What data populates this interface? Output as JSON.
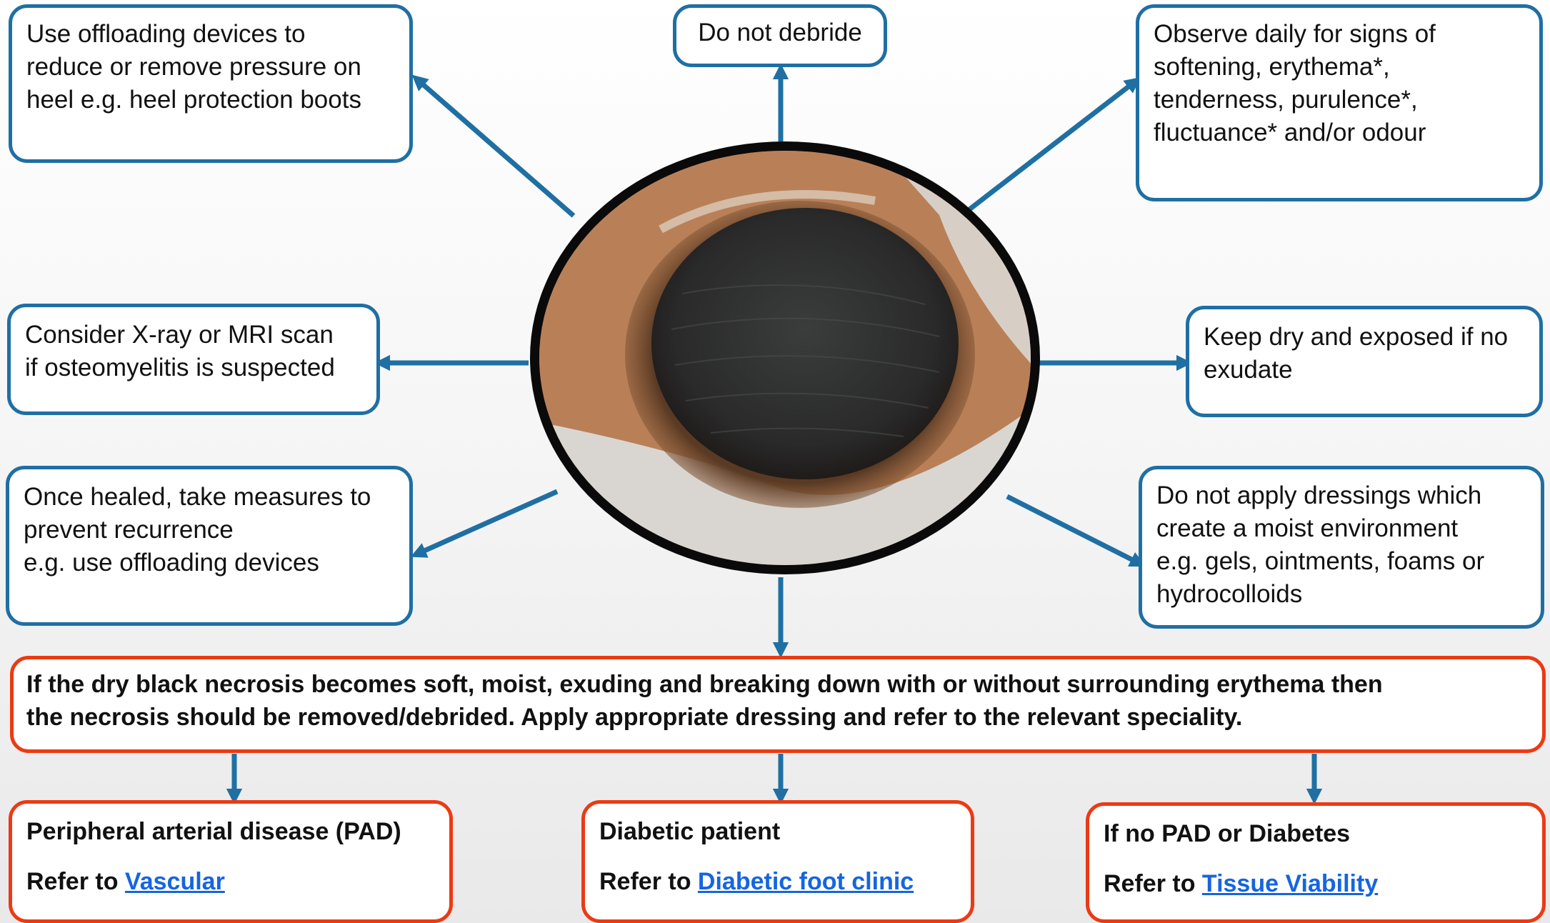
{
  "photo": {
    "subject": "heel-necrosis-photo"
  },
  "boxes": {
    "top_left": [
      "Use offloading devices to",
      "reduce or remove pressure on",
      "heel e.g. heel protection boots"
    ],
    "top_center": [
      "Do not debride"
    ],
    "top_right": [
      "Observe daily for signs of",
      "softening, erythema*,",
      "tenderness, purulence*,",
      "fluctuance* and/or odour"
    ],
    "mid_left": [
      "Consider X-ray or MRI scan",
      "if osteomyelitis is suspected"
    ],
    "mid_right": [
      "Keep dry and exposed if no",
      "exudate"
    ],
    "low_left": [
      "Once healed, take measures to",
      "prevent recurrence",
      "e.g. use offloading devices"
    ],
    "low_right": [
      "Do not apply dressings which",
      "create a moist environment",
      "e.g. gels, ointments, foams or",
      "hydrocolloids"
    ]
  },
  "decision": [
    "If the dry black necrosis becomes soft, moist, exuding and breaking down with or without surrounding erythema then",
    "the necrosis should be removed/debrided. Apply appropriate dressing and refer to the relevant speciality."
  ],
  "referrals": [
    {
      "heading": "Peripheral arterial disease (PAD)",
      "prefix": "Refer to ",
      "link": "Vascular"
    },
    {
      "heading": "Diabetic patient",
      "prefix": "Refer to ",
      "link": "Diabetic foot clinic"
    },
    {
      "heading": "If no PAD or Diabetes",
      "prefix": "Refer to ",
      "link": "Tissue Viability"
    }
  ],
  "colors": {
    "box_border": "#1f6fa3",
    "arrow": "#1f6fa3",
    "alert_border": "#ec3a14",
    "link": "#1565e0"
  }
}
